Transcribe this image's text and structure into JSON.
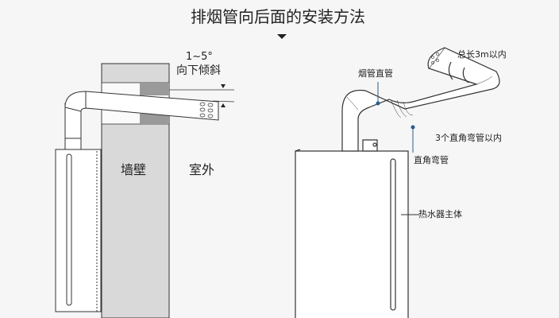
{
  "title": "排烟管向后面的安装方法",
  "left": {
    "angle": "1~5°",
    "slope": "向下倾斜",
    "wall": "墙壁",
    "outdoor": "室外"
  },
  "right": {
    "total_length": "总长3m以内",
    "straight_pipe": "烟管直管",
    "elbow_limit": "3个直角弯管以内",
    "elbow": "直角弯管",
    "heater_body": "热水器主体"
  },
  "colors": {
    "wall": "#d9d9d9",
    "wall_dark": "#9a9a9a",
    "line": "#333333",
    "accent": "#2a5d8a"
  }
}
